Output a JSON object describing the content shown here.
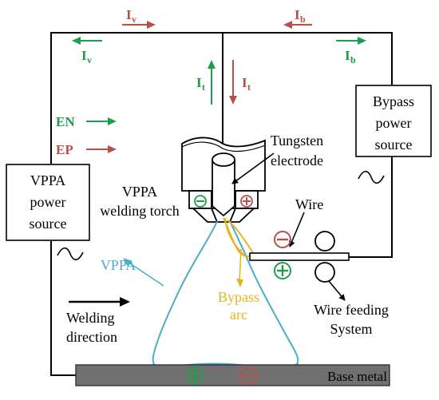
{
  "colors": {
    "green": "#1e9e4a",
    "red": "#b8504a",
    "cyan": "#4aaec8",
    "yellow": "#e6b420",
    "black": "#000000",
    "base_metal": "#707070"
  },
  "currents": {
    "iv_top": "I",
    "iv_top_sub": "v",
    "ib_top": "I",
    "ib_top_sub": "b",
    "iv_left": "I",
    "iv_left_sub": "v",
    "ib_right": "I",
    "ib_right_sub": "b",
    "it_up": "I",
    "it_up_sub": "t",
    "it_down": "I",
    "it_down_sub": "t"
  },
  "legend": {
    "en": "EN",
    "ep": "EP"
  },
  "labels": {
    "vppa_source_line1": "VPPA",
    "vppa_source_line2": "power",
    "vppa_source_line3": "source",
    "bypass_source_line1": "Bypass",
    "bypass_source_line2": "power",
    "bypass_source_line3": "source",
    "tungsten_line1": "Tungsten",
    "tungsten_line2": "electrode",
    "torch_line1": "VPPA",
    "torch_line2": "welding torch",
    "wire": "Wire",
    "vppa_arc": "VPPA",
    "bypass_arc_line1": "Bypass",
    "bypass_arc_line2": "arc",
    "wire_feed_line1": "Wire feeding",
    "wire_feed_line2": "System",
    "welding_dir_line1": "Welding",
    "welding_dir_line2": "direction",
    "base_metal": "Base metal"
  }
}
